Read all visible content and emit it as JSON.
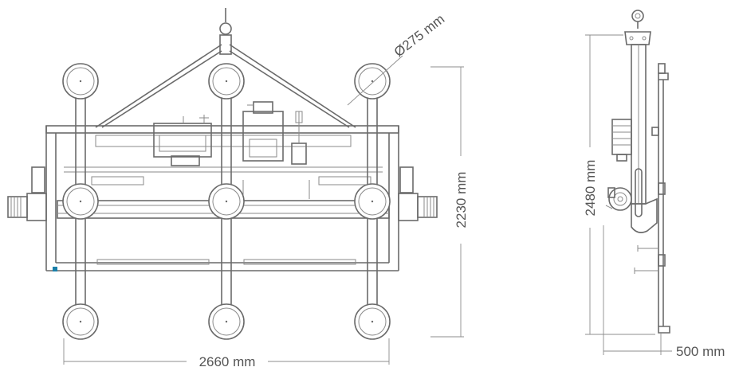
{
  "dimensions": {
    "cup_diameter": "Ø275 mm",
    "front_height": "2230 mm",
    "front_width": "2660 mm",
    "side_height": "2480 mm",
    "side_depth": "500 mm"
  },
  "colors": {
    "line": "#6a6a6a",
    "dimension": "#8c8c8c",
    "text": "#555555",
    "indicator": "#1a7fa8"
  }
}
